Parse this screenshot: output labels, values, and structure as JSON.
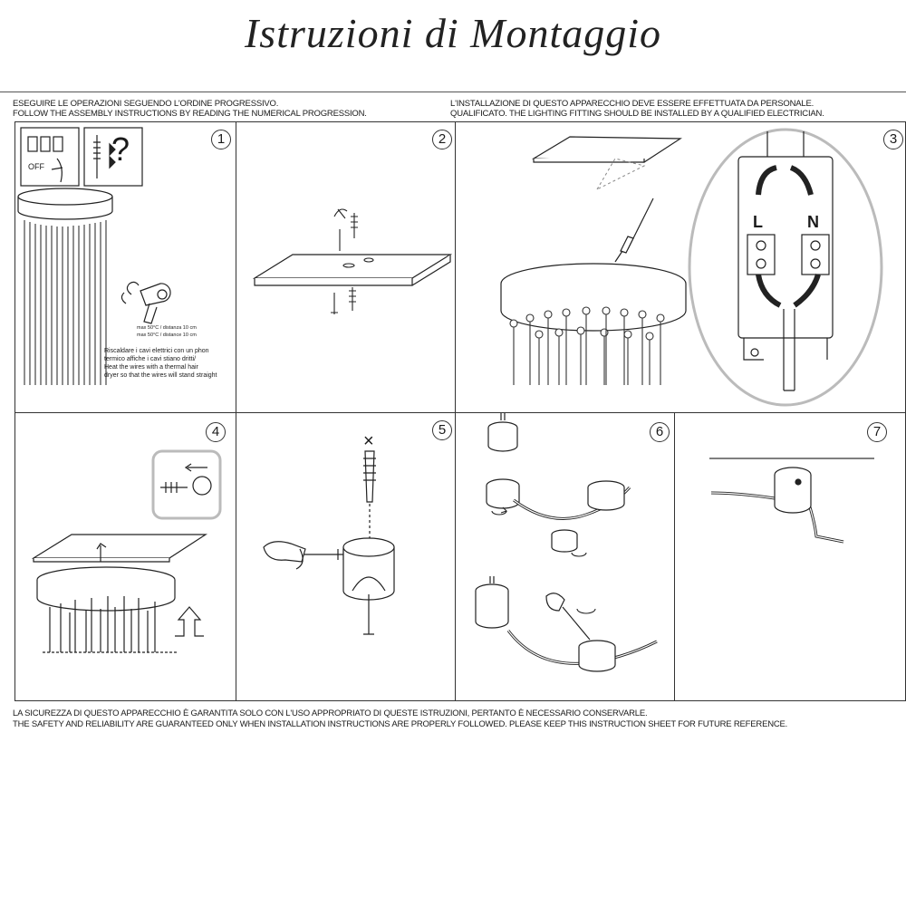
{
  "title": "Istruzioni di Montaggio",
  "header_left": {
    "it": "ESEGUIRE LE OPERAZIONI SEGUENDO L'ORDINE PROGRESSIVO.",
    "en": "FOLLOW THE ASSEMBLY INSTRUCTIONS BY READING THE NUMERICAL PROGRESSION."
  },
  "header_right": {
    "it": "L'INSTALLAZIONE DI QUESTO APPARECCHIO DEVE ESSERE EFFETTUATA DA PERSONALE.",
    "en": "QUALIFICATO. THE LIGHTING FITTING SHOULD BE INSTALLED BY A QUALIFIED ELECTRICIAN."
  },
  "steps": [
    {
      "number": "1"
    },
    {
      "number": "2"
    },
    {
      "number": "3"
    },
    {
      "number": "4"
    },
    {
      "number": "5"
    },
    {
      "number": "6"
    },
    {
      "number": "7"
    }
  ],
  "step1": {
    "off_label": "OFF",
    "question_mark": "?",
    "temp_it": "max 50°C / distanza 10 cm",
    "temp_en": "max 50°C / distance 10 cm",
    "instr_it_1": "Riscaldare i cavi elettrici con un phon",
    "instr_it_2": "termico affiche i cavi stiano dritti/",
    "instr_en_1": "Heat the wires with a thermal hair",
    "instr_en_2": "dryer so that the wires will stand straight"
  },
  "step3": {
    "live_label": "L",
    "neutral_label": "N"
  },
  "step5": {
    "cross_mark": "×"
  },
  "footer": {
    "it": "LA SICUREZZA DI QUESTO APPARECCHIO È GARANTITA SOLO CON L'USO APPROPRIATO DI QUESTE ISTRUZIONI, PERTANTO È NECESSARIO CONSERVARLE.",
    "en": "THE SAFETY AND RELIABILITY ARE GUARANTEED ONLY WHEN INSTALLATION INSTRUCTIONS ARE PROPERLY FOLLOWED. PLEASE KEEP THIS INSTRUCTION SHEET FOR FUTURE REFERENCE."
  }
}
